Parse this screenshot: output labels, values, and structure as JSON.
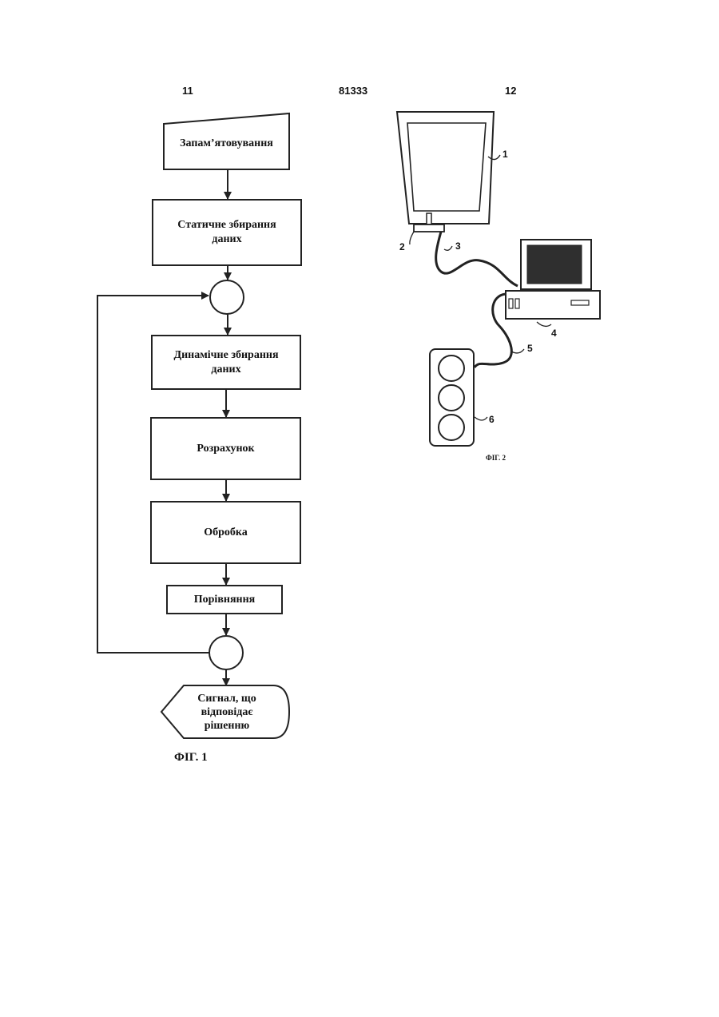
{
  "header": {
    "left_page": "11",
    "doc_number": "81333",
    "right_page": "12"
  },
  "fig1": {
    "steps": {
      "store": "Запам’ятовування",
      "static_l1": "Статичне збирання",
      "static_l2": "даних",
      "dynamic_l1": "Динамічне збирання",
      "dynamic_l2": "даних",
      "calc": "Розрахунок",
      "process": "Обробка",
      "compare": "Порівняння",
      "signal_l1": "Сигнал, що",
      "signal_l2": "відповідає",
      "signal_l3": "рішенню"
    },
    "caption": "ФІГ. 1"
  },
  "fig2": {
    "labels": {
      "n1": "1",
      "n2": "2",
      "n3": "3",
      "n4": "4",
      "n5": "5",
      "n6": "6"
    },
    "caption": "ФІГ. 2"
  }
}
